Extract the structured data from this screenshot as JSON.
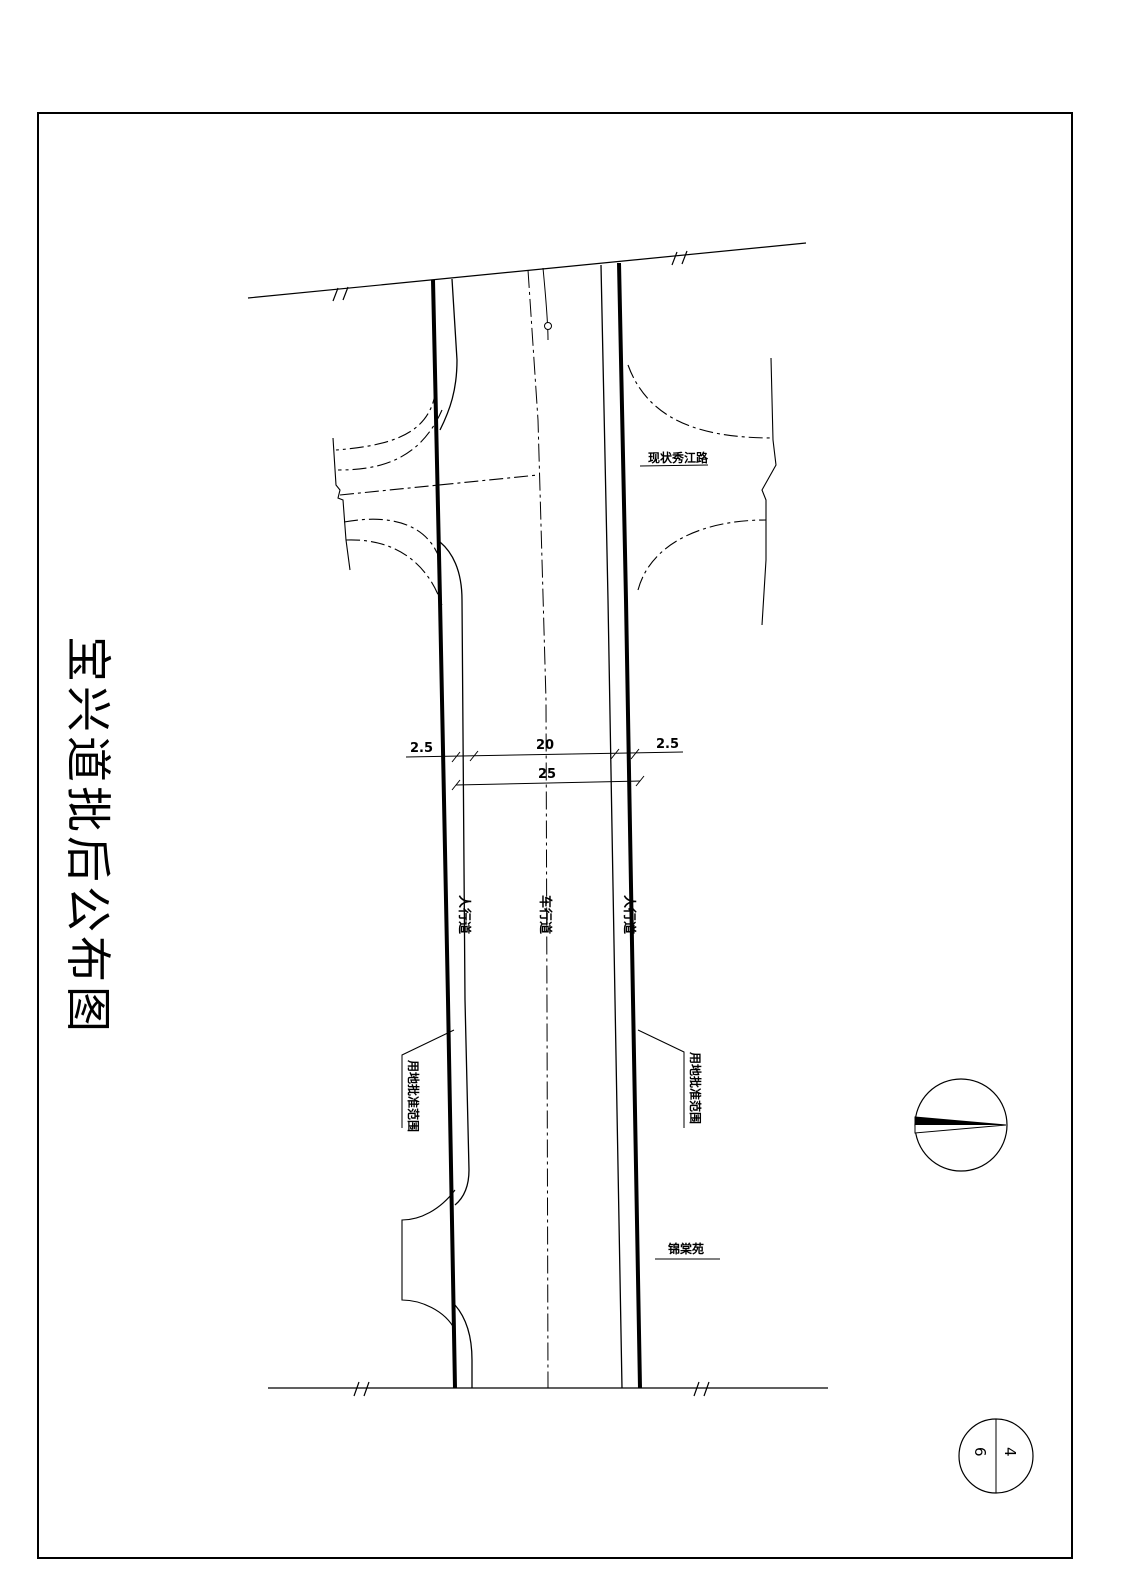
{
  "title_chars": [
    "宝",
    "兴",
    "道",
    "批",
    "后",
    "公",
    "布",
    "图"
  ],
  "labels": {
    "existing_road": "现状秀江路",
    "sidewalk_left": "人行道",
    "carriageway": "车行道",
    "sidewalk_right": "人行道",
    "land_boundary_left": "用地批准范围",
    "land_boundary_right": "用地批准范围",
    "community": "锦棠苑"
  },
  "dimensions": {
    "left_sidewalk_width": "2.5",
    "carriageway_width": "20",
    "right_sidewalk_width": "2.5",
    "total_width": "25"
  },
  "sheet": {
    "number": "4",
    "total": "6"
  }
}
